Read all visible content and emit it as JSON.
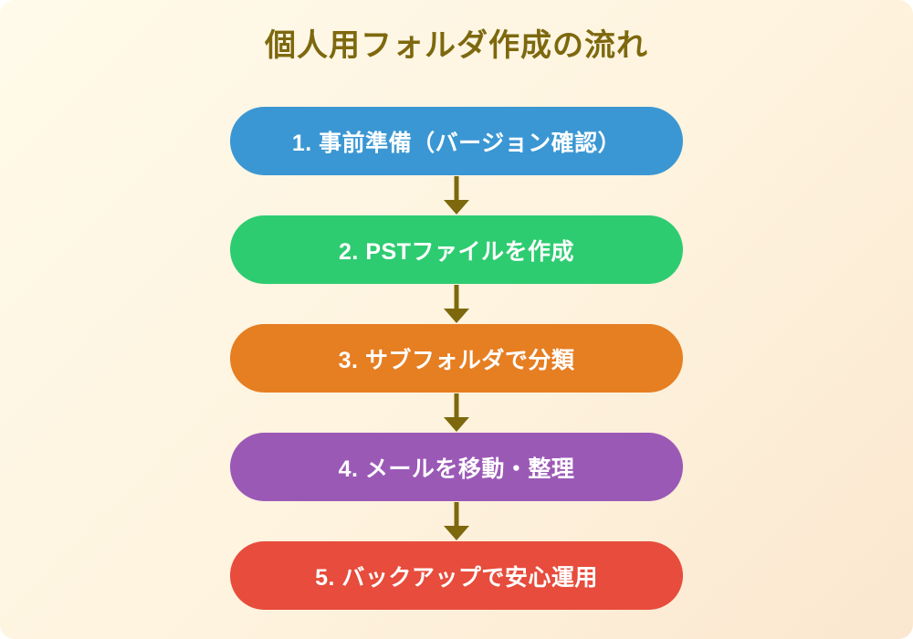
{
  "title": "個人用フォルダ作成の流れ",
  "colors": {
    "background_start": "#FFFAEA",
    "background_end": "#FBE7CF",
    "title": "#7D680E",
    "arrow": "#7D680E",
    "step_text": "#FFFFFF"
  },
  "arrow_icon": "down-arrow-icon",
  "steps": [
    {
      "label": "1. 事前準備（バージョン確認）",
      "color": "#3B97D3"
    },
    {
      "label": "2. PSTファイルを作成",
      "color": "#2ECC71"
    },
    {
      "label": "3. サブフォルダで分類",
      "color": "#E67E22"
    },
    {
      "label": "4. メールを移動・整理",
      "color": "#9B59B6"
    },
    {
      "label": "5. バックアップで安心運用",
      "color": "#E74C3C"
    }
  ]
}
